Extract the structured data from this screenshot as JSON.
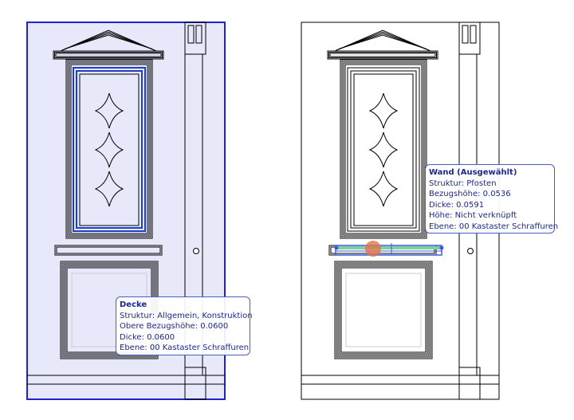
{
  "colors": {
    "line": "#000000",
    "selection_fill": "#e8e8fb",
    "selection_border": "#2222cc",
    "highlight_line": "#1f3ec8",
    "wall_green": "#7fd0a0",
    "wall_blue": "#3b5cd8",
    "hotspot": "#e0764a",
    "tooltip_text": "#1b2a8c"
  },
  "left_view": {
    "selected_element": "slab",
    "tooltip": {
      "title": "Decke",
      "lines": [
        "Struktur: Allgemein, Konstruktion",
        "Obere Bezugshöhe: 0.0600",
        "Dicke: 0.0600",
        "Ebene: 00 Kastaster Schraffuren"
      ]
    }
  },
  "right_view": {
    "selected_element": "wall",
    "tooltip": {
      "title": "Wand (Ausgewählt)",
      "lines": [
        "Struktur: Pfosten",
        "Bezugshöhe: 0.0536",
        "Dicke: 0.0591",
        "Höhe: Nicht verknüpft",
        "Ebene: 00 Kastaster Schraffuren"
      ]
    }
  }
}
